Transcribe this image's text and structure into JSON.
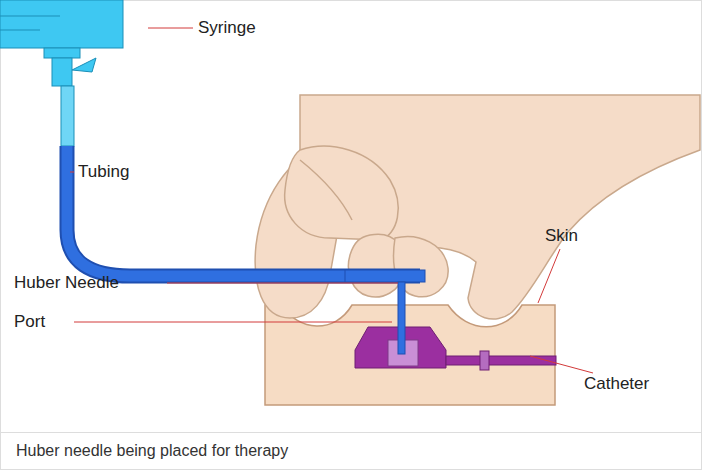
{
  "diagram": {
    "caption": "Huber needle being placed for therapy",
    "labels": [
      "Syringe",
      "Tubing",
      "Skin",
      "Huber Needle",
      "Port",
      "Catheter"
    ]
  }
}
